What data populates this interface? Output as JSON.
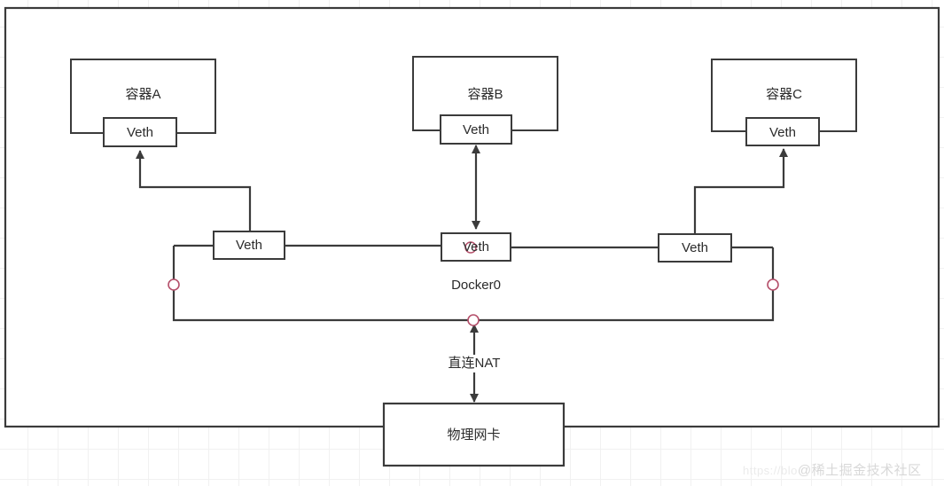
{
  "diagram": {
    "title": "Docker container networking (docker0 bridge)",
    "colors": {
      "stroke": "#3b3b3b",
      "box_fill": "#ffffff",
      "text": "#2b2b2b",
      "endpoint_circle": "#b5506b",
      "grid": "#f1f1f1",
      "watermark": "#d8d8d8"
    },
    "outer_frame": {
      "label": ""
    },
    "containers": [
      {
        "id": "a",
        "label": "容器A",
        "veth_label": "Veth"
      },
      {
        "id": "b",
        "label": "容器B",
        "veth_label": "Veth"
      },
      {
        "id": "c",
        "label": "容器C",
        "veth_label": "Veth"
      }
    ],
    "bridge": {
      "label": "Docker0",
      "veths": [
        {
          "id": "bus-left",
          "label": "Veth"
        },
        {
          "id": "bus-middle",
          "label": "Veth"
        },
        {
          "id": "bus-right",
          "label": "Veth"
        }
      ]
    },
    "nat": {
      "label": "直连NAT"
    },
    "nic": {
      "label": "物理网卡"
    },
    "watermark": {
      "url_text": "https://blo",
      "text": "@稀土掘金技术社区"
    }
  }
}
